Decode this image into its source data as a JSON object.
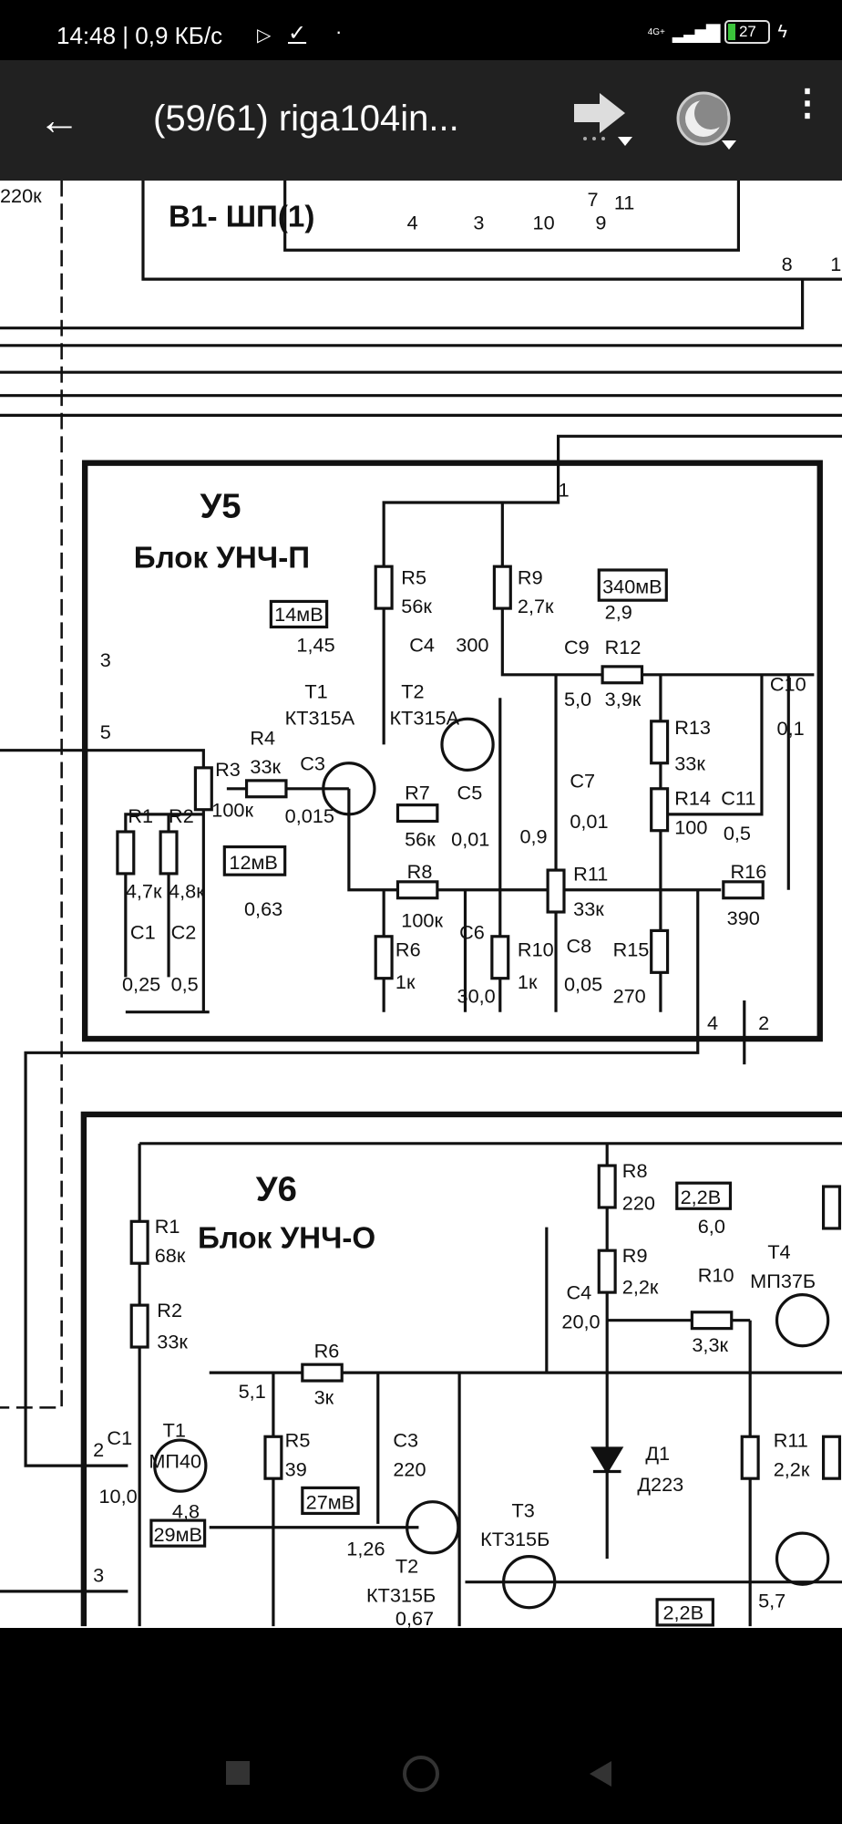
{
  "status_bar": {
    "time_speed": "14:48 | 0,9 КБ/с",
    "network": "4G+",
    "battery": "27"
  },
  "toolbar": {
    "title": "(59/61) riga104in..."
  },
  "schematic": {
    "top": [
      "220к",
      "В1- ШП(1)",
      "4",
      "3",
      "10",
      "9",
      "8",
      "1",
      "7",
      "11"
    ],
    "u5": {
      "title": "У5",
      "subtitle": "Блок УНЧ-П",
      "labels": [
        "R5",
        "56к",
        "R9",
        "2,7к",
        "340мВ",
        "2,9",
        "14мВ",
        "1,45",
        "C4",
        "300",
        "T1",
        "КТ315А",
        "T2",
        "КТ315А",
        "C9",
        "5,0",
        "R12",
        "3,9к",
        "C10",
        "0,1",
        "R13",
        "33к",
        "R14",
        "100",
        "C11",
        "0,5",
        "R4",
        "33к",
        "C3",
        "0,015",
        "R3",
        "100к",
        "R1",
        "4,7к",
        "R2",
        "4,8к",
        "R7",
        "56к",
        "C5",
        "0,01",
        "C7",
        "0,01",
        "12мВ",
        "0,9",
        "R8",
        "100к",
        "R11",
        "33к",
        "R16",
        "390",
        "0,63",
        "R6",
        "1к",
        "C6",
        "30,0",
        "R10",
        "1к",
        "C8",
        "0,05",
        "R15",
        "270",
        "C1",
        "0,25",
        "C2",
        "0,5"
      ],
      "pins": [
        "1",
        "3",
        "5",
        "4",
        "2"
      ]
    },
    "u6": {
      "title": "У6",
      "subtitle": "Блок УНЧ-О",
      "labels": [
        "R8",
        "220",
        "R1",
        "68к",
        "R2",
        "33к",
        "R9",
        "2,2к",
        "2,2В",
        "6,0",
        "T4",
        "МП37Б",
        "C4",
        "20,0",
        "R10",
        "3,3к",
        "R6",
        "3к",
        "5,1",
        "T1",
        "МП40",
        "R5",
        "39",
        "C3",
        "220",
        "Д1",
        "Д223",
        "R11",
        "2,2к",
        "C1",
        "10,0",
        "27мВ",
        "4,8",
        "29мВ",
        "1,26",
        "T3",
        "КТ315Б",
        "T2",
        "КТ315Б",
        "0,67",
        "2,2В",
        "5,7"
      ],
      "pins": [
        "2",
        "3"
      ]
    }
  }
}
